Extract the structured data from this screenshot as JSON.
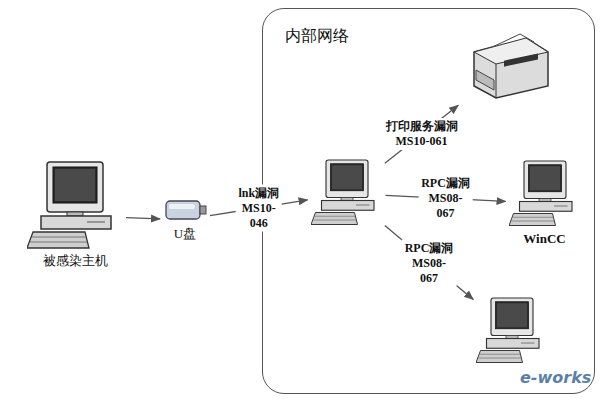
{
  "diagram": {
    "nodes": [
      {
        "text": [
          "被感染主机"
        ]
      },
      {
        "text": [
          "U盘"
        ]
      },
      {
        "text": [
          "内部网络"
        ]
      },
      {
        "text": [],
        "in": 2
      },
      {
        "text": [],
        "in": 2
      },
      {
        "text": [
          "WinCC"
        ],
        "in": 2
      },
      {
        "text": [],
        "in": 2
      }
    ],
    "edges": [
      {
        "from": 0,
        "to": 1,
        "arrow": "to"
      },
      {
        "from": 1,
        "to": 3,
        "label": "lnk漏洞 MS10-046",
        "arrow": "to"
      },
      {
        "from": 3,
        "to": 4,
        "label": "打印服务漏洞 MS10-061",
        "arrow": "to"
      },
      {
        "from": 3,
        "to": 5,
        "label": "RPC漏洞 MS08-067",
        "arrow": "to"
      },
      {
        "from": 3,
        "to": 6,
        "label": "RPC漏洞 MS08-067",
        "arrow": "to"
      }
    ],
    "labels": [
      "e-works"
    ]
  }
}
